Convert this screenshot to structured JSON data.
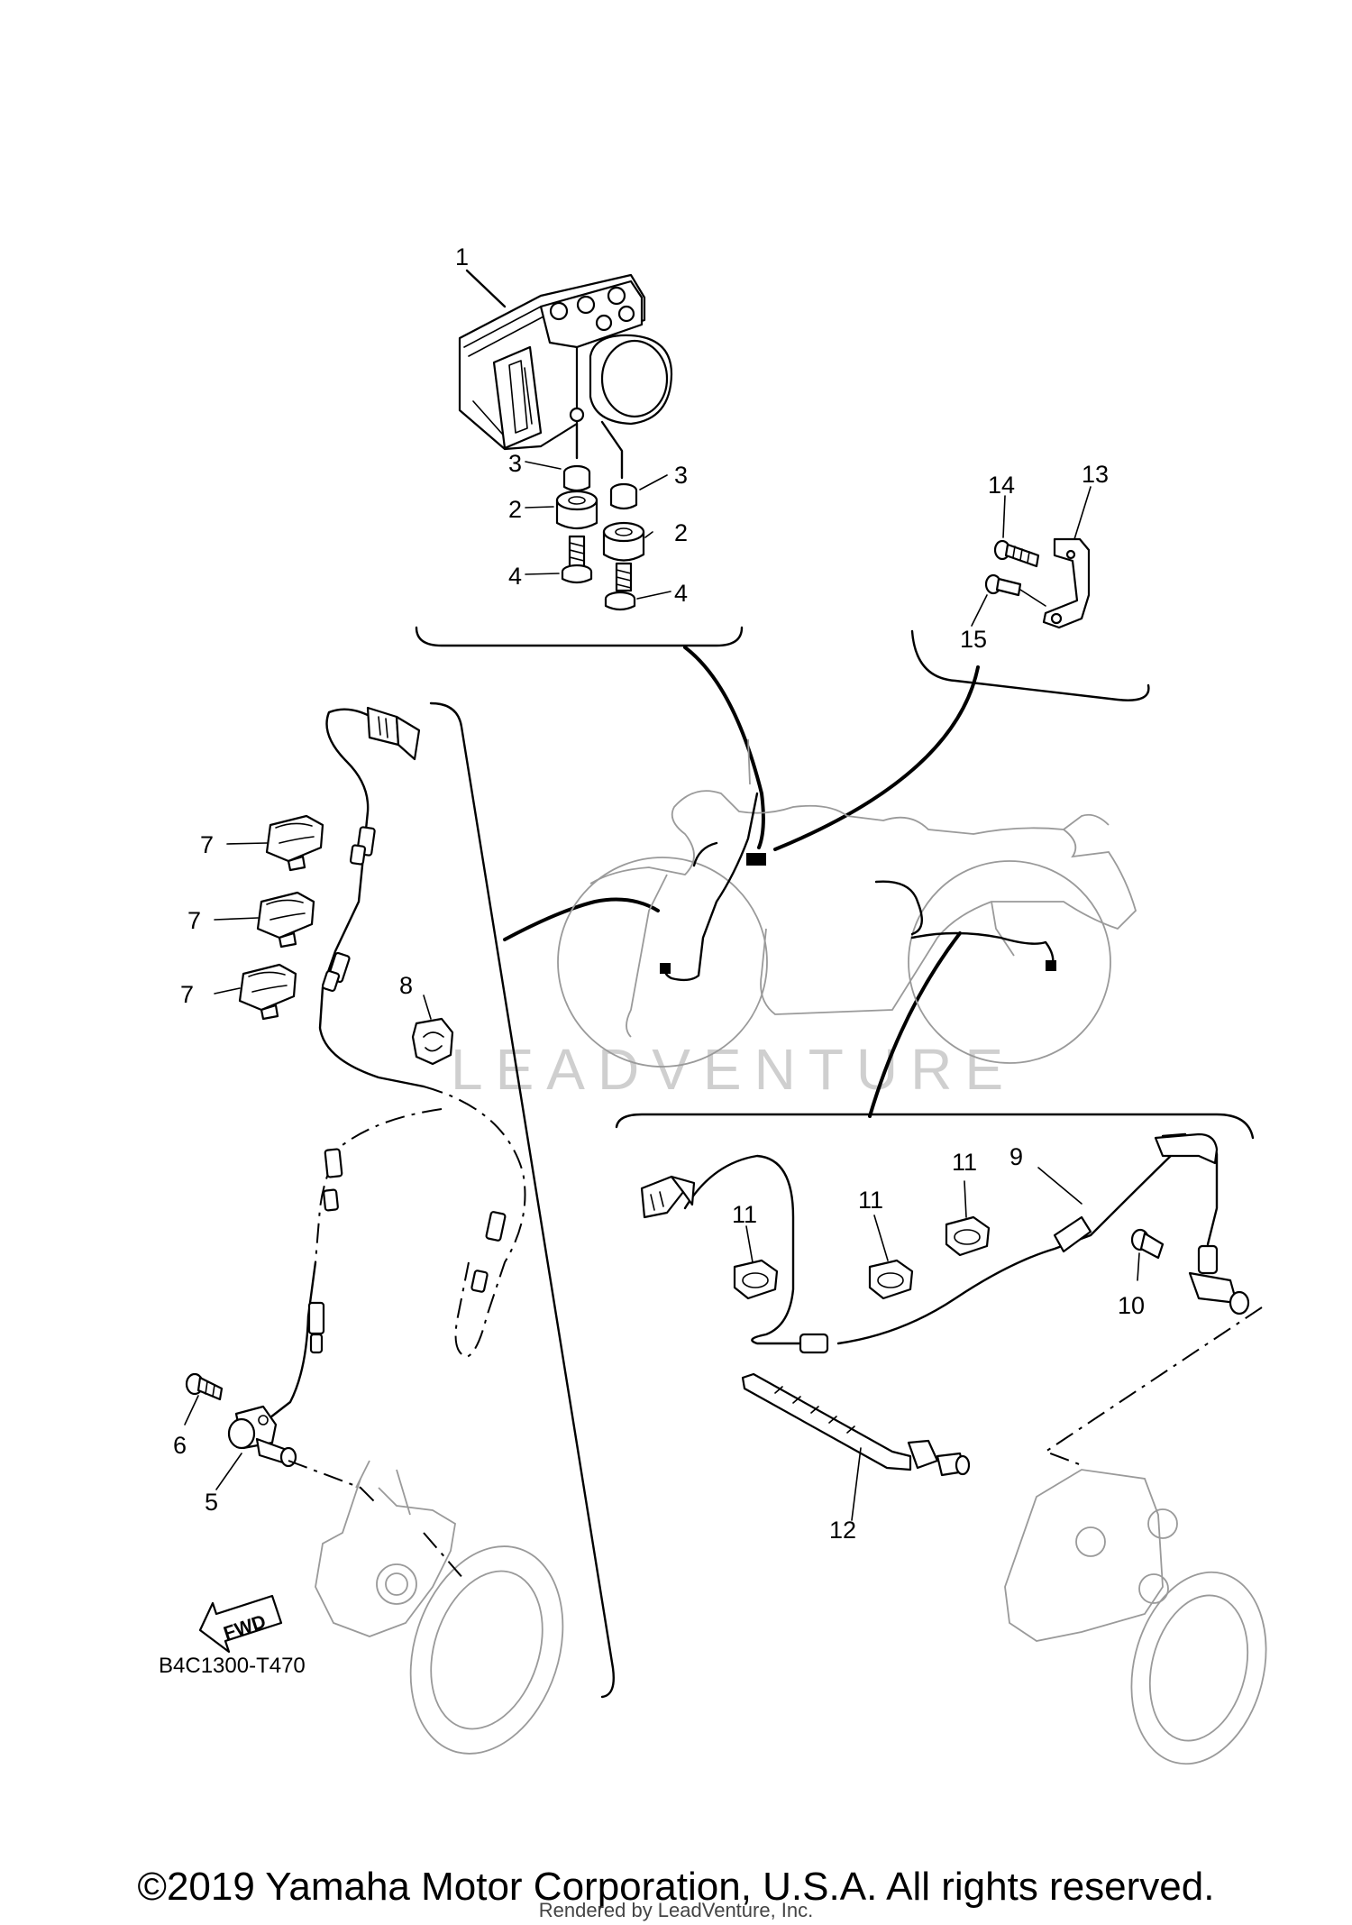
{
  "diagram": {
    "callouts": {
      "c1": "1",
      "c2a": "2",
      "c2b": "2",
      "c3a": "3",
      "c3b": "3",
      "c4a": "4",
      "c4b": "4",
      "c5": "5",
      "c6": "6",
      "c7a": "7",
      "c7b": "7",
      "c7c": "7",
      "c8": "8",
      "c9": "9",
      "c10": "10",
      "c11a": "11",
      "c11b": "11",
      "c11c": "11",
      "c12": "12",
      "c13": "13",
      "c14": "14",
      "c15": "15"
    },
    "diagram_code": "B4C1300-T470",
    "fwd_label": "FWD",
    "watermark": "LEADVENTURE"
  },
  "footer": {
    "copyright": "©2019 Yamaha Motor Corporation, U.S.A. All rights reserved.",
    "rendered_by": "Rendered by LeadVenture, Inc."
  }
}
